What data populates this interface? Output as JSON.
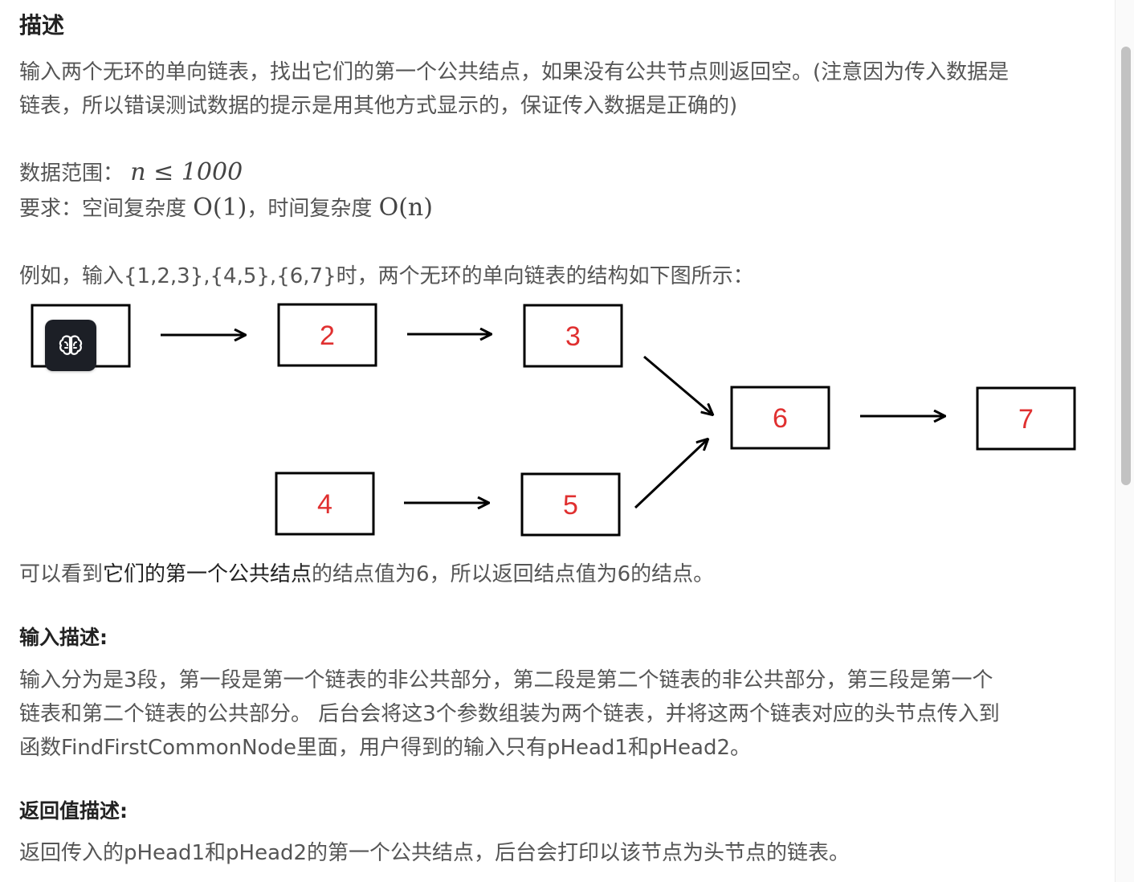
{
  "description": {
    "title": "描述",
    "para1_line1": "输入两个无环的单向链表，找出它们的第一个公共结点，如果没有公共节点则返回空。(注意因为传入数据是",
    "para1_line2": "链表，所以错误测试数据的提示是用其他方式显示的，保证传入数据是正确的)",
    "range_label": "数据范围：",
    "range_math": "n ≤ 1000",
    "req_label": "要求：空间复杂度 ",
    "req_space": "O(1)",
    "req_mid": "，时间复杂度 ",
    "req_time": "O(n)",
    "example": "例如，输入{1,2,3},{4,5},{6,7}时，两个无环的单向链表的结构如下图所示：",
    "result_pre": "可以看到",
    "result_hl": "它们的第一个公共结点",
    "result_post": "的结点值为6，所以返回结点值为6的结点。"
  },
  "diagram": {
    "nodes": [
      {
        "id": "n1",
        "label": ""
      },
      {
        "id": "n2",
        "label": "2"
      },
      {
        "id": "n3",
        "label": "3"
      },
      {
        "id": "n4",
        "label": "4"
      },
      {
        "id": "n5",
        "label": "5"
      },
      {
        "id": "n6",
        "label": "6"
      },
      {
        "id": "n7",
        "label": "7"
      }
    ],
    "edges": [
      [
        "n1",
        "n2"
      ],
      [
        "n2",
        "n3"
      ],
      [
        "n3",
        "n6"
      ],
      [
        "n4",
        "n5"
      ],
      [
        "n5",
        "n6"
      ],
      [
        "n6",
        "n7"
      ]
    ],
    "node_text_color": "#e03030"
  },
  "input_desc": {
    "title": "输入描述:",
    "line1": "输入分为是3段，第一段是第一个链表的非公共部分，第二段是第二个链表的非公共部分，第三段是第一个",
    "line2": "链表和第二个链表的公共部分。 后台会将这3个参数组装为两个链表，并将这两个链表对应的头节点传入到",
    "line3": "函数FindFirstCommonNode里面，用户得到的输入只有pHead1和pHead2。"
  },
  "return_desc": {
    "title": "返回值描述:",
    "line1": "返回传入的pHead1和pHead2的第一个公共结点，后台会打印以该节点为头节点的链表。"
  },
  "overlay": {
    "badge_icon": "brain-icon"
  }
}
